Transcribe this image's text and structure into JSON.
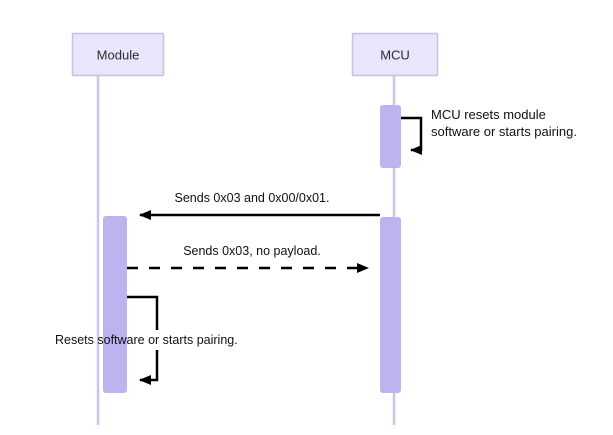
{
  "diagram": {
    "type": "sequence-diagram",
    "title": "",
    "colors": {
      "participant_fill": "#e8e6fb",
      "participant_border": "#c9bfe8",
      "lifeline": "#ccc4ee",
      "activation_fill": "#bcb3ef",
      "arrow": "#000000",
      "text": "#111111",
      "background": "#ffffff"
    },
    "participants": [
      {
        "id": "module",
        "label": "Module"
      },
      {
        "id": "mcu",
        "label": "MCU"
      }
    ],
    "messages": [
      {
        "id": "mcu-self-reset",
        "kind": "self-message",
        "from": "mcu",
        "to": "mcu",
        "line": "solid",
        "label_lines": [
          "MCU resets module",
          "software or starts pairing."
        ]
      },
      {
        "id": "mcu-to-module",
        "kind": "message",
        "from": "mcu",
        "to": "module",
        "direction": "right-to-left",
        "line": "solid",
        "label": "Sends 0x03 and 0x00/0x01."
      },
      {
        "id": "module-to-mcu",
        "kind": "message",
        "from": "module",
        "to": "mcu",
        "direction": "left-to-right",
        "line": "dashed",
        "label": "Sends 0x03, no payload."
      },
      {
        "id": "module-self-reset",
        "kind": "self-message",
        "from": "module",
        "to": "module",
        "line": "solid",
        "label": "Resets software or starts pairing."
      }
    ]
  }
}
